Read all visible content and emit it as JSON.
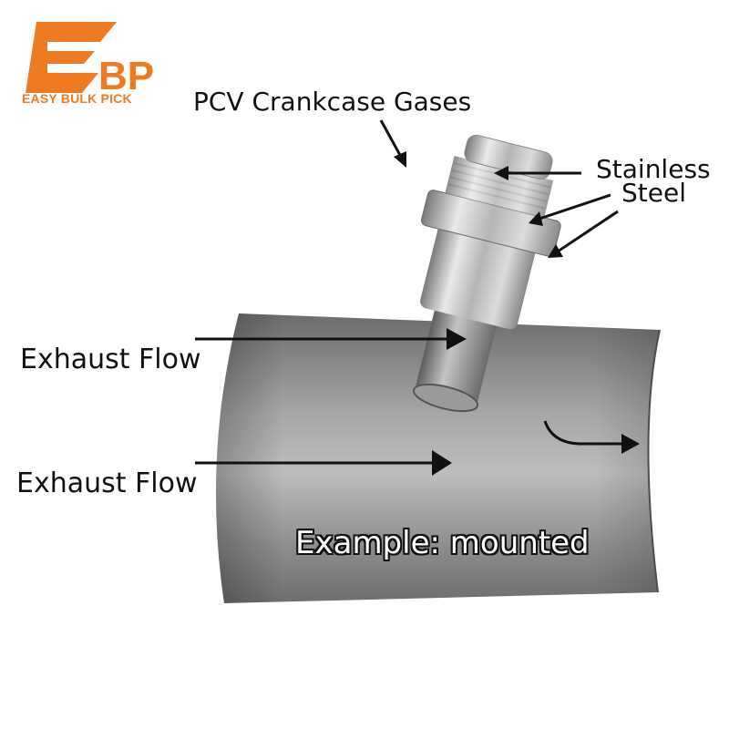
{
  "brand": {
    "logo_text": "EBP",
    "tagline": "EASY BULK PICK",
    "accent_color": "#ee7a22"
  },
  "labels": {
    "pcv": "PCV Crankcase Gases",
    "stainless_line1": "Stainless",
    "stainless_line2": "Steel",
    "exhaust_flow_top": "Exhaust Flow",
    "exhaust_flow_bottom": "Exhaust Flow",
    "caption": "Example: mounted"
  },
  "colors": {
    "pipe_dark": "#5f5f5f",
    "pipe_light": "#b8b8b8",
    "fitting": "#c9c9c9",
    "arrow": "#111111"
  }
}
